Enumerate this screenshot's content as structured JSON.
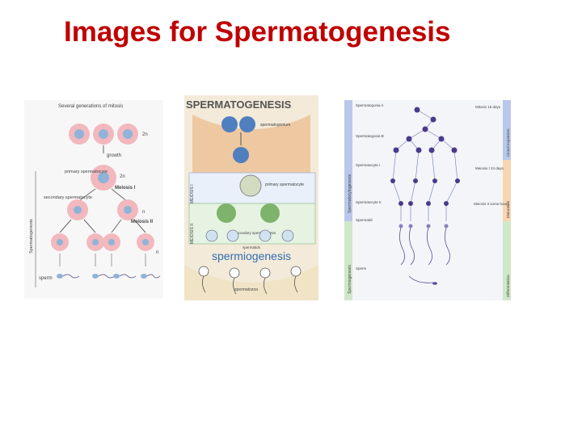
{
  "slide": {
    "title": "Images for Spermatogenesis"
  },
  "image1": {
    "header": "Several generations of mitosis",
    "side_label": "Spermatogenesis",
    "labels": [
      "growth",
      "primary spermatocyte",
      "Meiosis I",
      "secondary spermatocyte",
      "Meiosis II",
      "sperm"
    ],
    "ploidy": [
      "2n",
      "2n",
      "n",
      "n"
    ]
  },
  "image2": {
    "title": "SPERMATOGENESIS",
    "bottom_word": "spermiogenesis",
    "side_labels": [
      "MEIOSIS I",
      "MEIOSIS II"
    ],
    "labels": [
      "spermatogonium",
      "primary spermatocyte",
      "secondary spermatocytes",
      "spermatids",
      "spermatozoa"
    ]
  },
  "image3": {
    "left_labels": [
      "Spermatogonia A",
      "Spermatogonia B",
      "Spermatocyte I",
      "Spermatocyte II",
      "Spermatid",
      "Sperm"
    ],
    "right_labels": [
      "Mitosis 16 days",
      "Meiosis I 24 days",
      "Meiosis II some hours"
    ],
    "side_label_left_top": "Spermatocytogenesis",
    "side_label_left_bottom": "Spermiogenesis",
    "side_label_right": [
      "Clonal expansion",
      "Maturation",
      "Differentiation"
    ]
  },
  "colors": {
    "title": "#c00000",
    "cell_pink": "#f2b8bd",
    "cell_blue": "#8fb3d9",
    "spermio_blue": "#2f6fb3",
    "node_purple": "#4a3a8c",
    "band_blue": "#b9c7ea",
    "band_green": "#cfe8c8",
    "band_orange": "#f7d6b0"
  }
}
